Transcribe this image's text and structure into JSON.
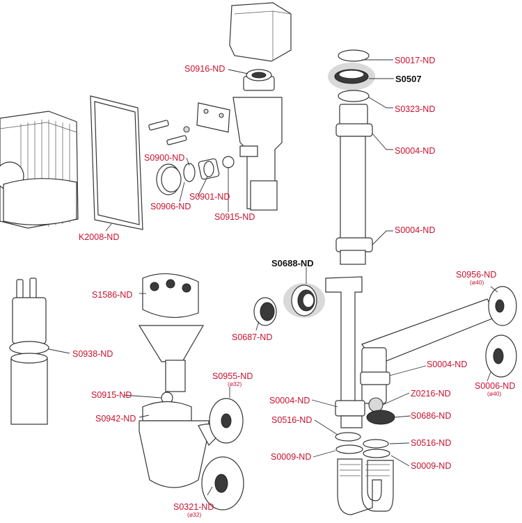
{
  "colors": {
    "label": "#c8102e",
    "highlight_label": "#111111",
    "highlight_bg": "#cfcfcf",
    "line": "#333333"
  },
  "labels": {
    "s0017": "S0017-ND",
    "s0507": "S0507",
    "s0323": "S0323-ND",
    "s0916": "S0916-ND",
    "s0004_a": "S0004-ND",
    "s0004_b": "S0004-ND",
    "s0004_c": "S0004-ND",
    "s0004_d": "S0004-ND",
    "s0900": "S0900-ND",
    "s0901": "S0901-ND",
    "s0906": "S0906-ND",
    "s0915_a": "S0915-ND",
    "s0915_b": "S0915-ND",
    "k2008": "K2008-ND",
    "s0688": "S0688-ND",
    "s0687": "S0687-ND",
    "s1586": "S1586-ND",
    "s0938": "S0938-ND",
    "s0956": "S0956-ND",
    "s0956_sub": "(ø40)",
    "s0006": "S0006-ND",
    "s0006_sub": "(ø40)",
    "s0955": "S0955-ND",
    "s0955_sub": "(ø32)",
    "s0942": "S0942-ND",
    "z0216": "Z0216-ND",
    "s0686": "S0686-ND",
    "s0516_a": "S0516-ND",
    "s0516_b": "S0516-ND",
    "s0009_a": "S0009-ND",
    "s0009_b": "S0009-ND",
    "s0321": "S0321-ND",
    "s0321_sub": "(ø32)"
  }
}
